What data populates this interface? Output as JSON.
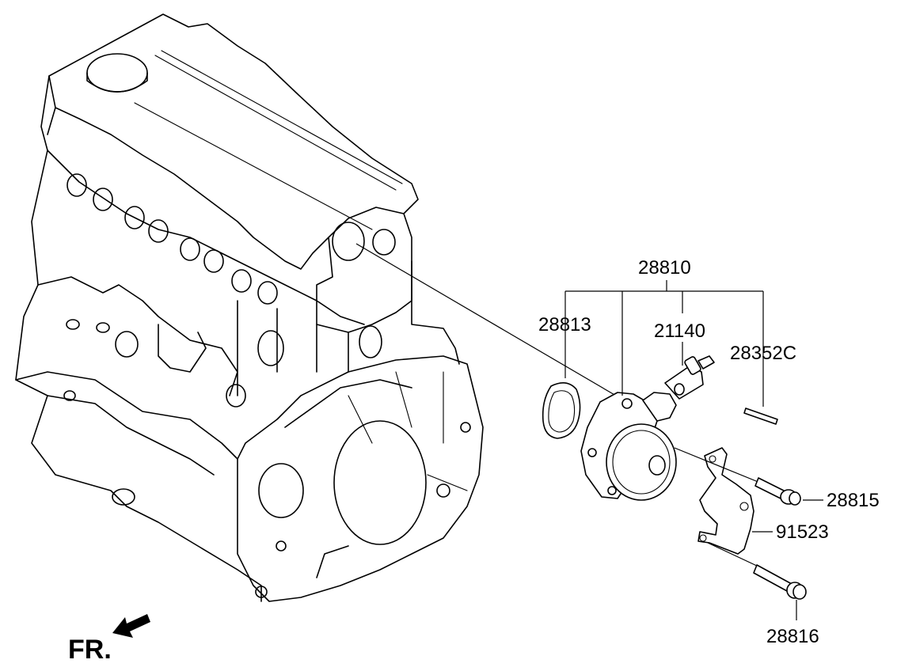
{
  "parts": {
    "p28810": "28810",
    "p28813": "28813",
    "p21140": "21140",
    "p28352c": "28352C",
    "p28815": "28815",
    "p91523": "91523",
    "p28816": "28816"
  },
  "direction": {
    "label": "FR."
  },
  "colors": {
    "line": "#000000",
    "background": "#ffffff"
  }
}
